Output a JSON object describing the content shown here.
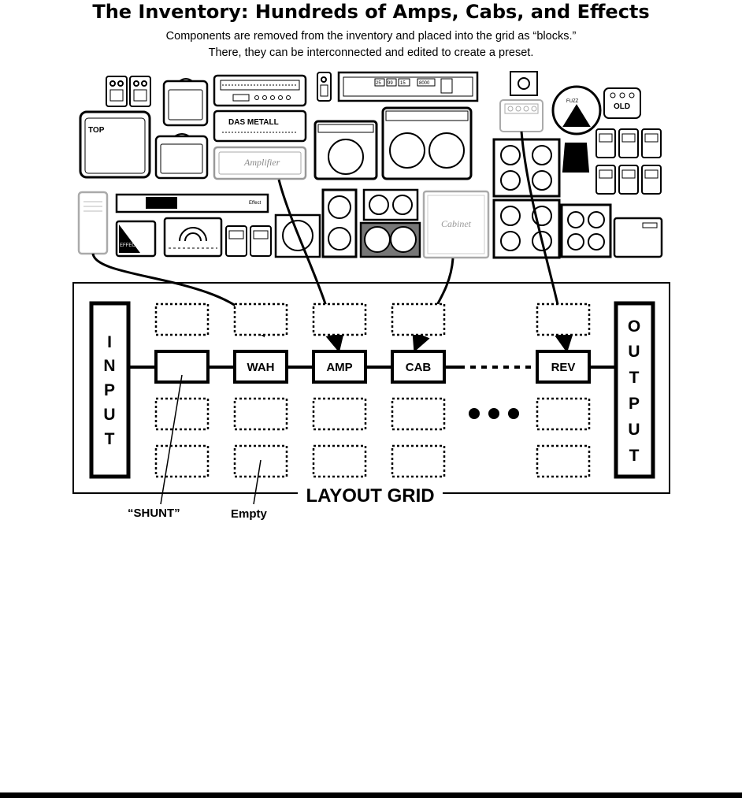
{
  "title": "The Inventory: Hundreds of Amps, Cabs, and Effects",
  "subtitle_line1": "Components are removed from the inventory and placed into the grid as “blocks.”",
  "subtitle_line2": "There, they can be interconnected and edited to create a preset.",
  "inventory_labels": {
    "top_amp": "TOP",
    "das_amp": "DAS METALL",
    "amplifier_script": "Amplifier",
    "rack_effect": "Effect",
    "effect_pedal": "EFFECT",
    "cabinet_script": "Cabinet",
    "fuzz": "FUZZ",
    "old_pedal": "OLD",
    "rack_digits": [
      "25",
      "99",
      "15",
      "8000"
    ]
  },
  "grid": {
    "label": "LAYOUT GRID",
    "input_letters": [
      "I",
      "N",
      "P",
      "U",
      "T"
    ],
    "output_letters": [
      "O",
      "U",
      "T",
      "P",
      "U",
      "T"
    ],
    "blocks": [
      "WAH",
      "AMP",
      "CAB",
      "REV"
    ],
    "shunt_label": "“SHUNT”",
    "empty_label": "Empty"
  }
}
